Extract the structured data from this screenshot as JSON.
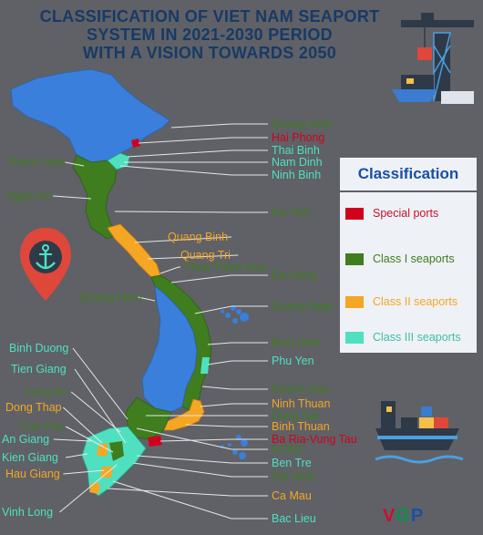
{
  "title": {
    "line1": "CLASSIFICATION OF VIET NAM SEAPORT",
    "line2": "SYSTEM IN 2021-2030 PERIOD",
    "line3": "WITH A VISION TOWARDS 2050"
  },
  "legend": {
    "heading": "Classification",
    "items": [
      {
        "label": "Special ports",
        "color": "#d0021b",
        "text_color": "#c8102e"
      },
      {
        "label": "Class I seaports",
        "color": "#3f7d1e",
        "text_color": "#3f7d1e"
      },
      {
        "label": "Class II seaports",
        "color": "#f5a623",
        "text_color": "#f5a623"
      },
      {
        "label": "Class III seaports",
        "color": "#4fe0c0",
        "text_color": "#3dbfa8"
      }
    ]
  },
  "class_colors": {
    "special": "#d0021b",
    "class1": "#3f7d1e",
    "class2": "#f5a623",
    "class3": "#4fe0c0",
    "inland": "#3a7fdc"
  },
  "provinces": [
    {
      "name": "Quang Ninh",
      "cls": "class1"
    },
    {
      "name": "Hai Phong",
      "cls": "special"
    },
    {
      "name": "Thai Binh",
      "cls": "class3"
    },
    {
      "name": "Nam Dinh",
      "cls": "class3"
    },
    {
      "name": "Ninh Binh",
      "cls": "class3"
    },
    {
      "name": "Thanh Hoa",
      "cls": "class1"
    },
    {
      "name": "Nghe An",
      "cls": "class1"
    },
    {
      "name": "Ha Tinh",
      "cls": "class1"
    },
    {
      "name": "Quang Binh",
      "cls": "class2"
    },
    {
      "name": "Quang Tri",
      "cls": "class2"
    },
    {
      "name": "Thua Thien-Hue",
      "cls": "class1"
    },
    {
      "name": "Da Nang",
      "cls": "class1"
    },
    {
      "name": "Quang Nam",
      "cls": "class1"
    },
    {
      "name": "Quang Ngai",
      "cls": "class1"
    },
    {
      "name": "Binh Dinh",
      "cls": "class1"
    },
    {
      "name": "Phu Yen",
      "cls": "class3"
    },
    {
      "name": "Khanh Hoa",
      "cls": "class1"
    },
    {
      "name": "Ninh Thuan",
      "cls": "class2"
    },
    {
      "name": "Binh Thuan",
      "cls": "class2"
    },
    {
      "name": "Ba Ria-Vung Tau",
      "cls": "special"
    },
    {
      "name": "HCMC",
      "cls": "class1"
    },
    {
      "name": "Dong Nai",
      "cls": "class1"
    },
    {
      "name": "Ben Tre",
      "cls": "class3"
    },
    {
      "name": "Tra Vinh",
      "cls": "class1"
    },
    {
      "name": "Ca Mau",
      "cls": "class2"
    },
    {
      "name": "Bac Lieu",
      "cls": "class3"
    },
    {
      "name": "Binh Duong",
      "cls": "class3"
    },
    {
      "name": "Tien Giang",
      "cls": "class3"
    },
    {
      "name": "Long An",
      "cls": "class1"
    },
    {
      "name": "Dong Thap",
      "cls": "class2"
    },
    {
      "name": "Can Tho",
      "cls": "class1"
    },
    {
      "name": "An Giang",
      "cls": "class3"
    },
    {
      "name": "Kien Giang",
      "cls": "class3"
    },
    {
      "name": "Hau Giang",
      "cls": "class2"
    },
    {
      "name": "Vinh Long",
      "cls": "class3"
    }
  ],
  "brand": {
    "v": "V",
    "g": "G",
    "p": "P"
  }
}
